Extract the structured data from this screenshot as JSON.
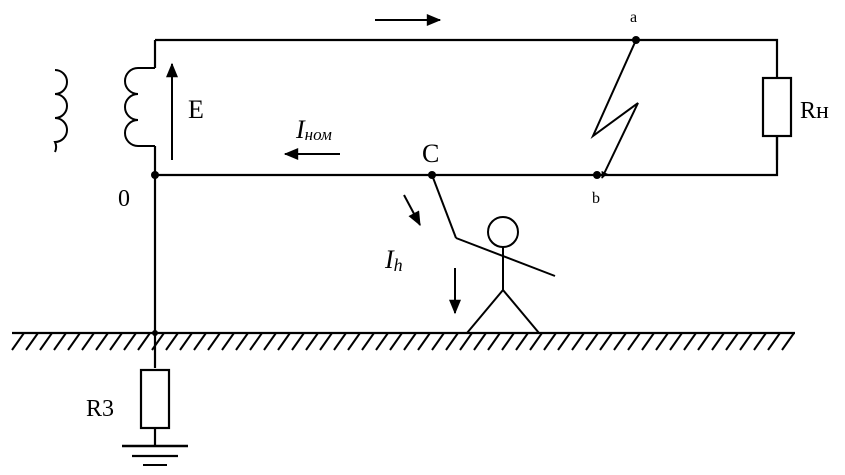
{
  "labels": {
    "node_a": "a",
    "node_b": "b",
    "node_c": "C",
    "node_0": "0",
    "emf": "E",
    "load_resistor": "Rн",
    "ground_resistor": "R3",
    "current_nominal": {
      "main": "I",
      "sub": "ном"
    },
    "current_human": {
      "main": "I",
      "sub": "h"
    }
  },
  "colors": {
    "ink": "#000000",
    "background": "#ffffff"
  }
}
